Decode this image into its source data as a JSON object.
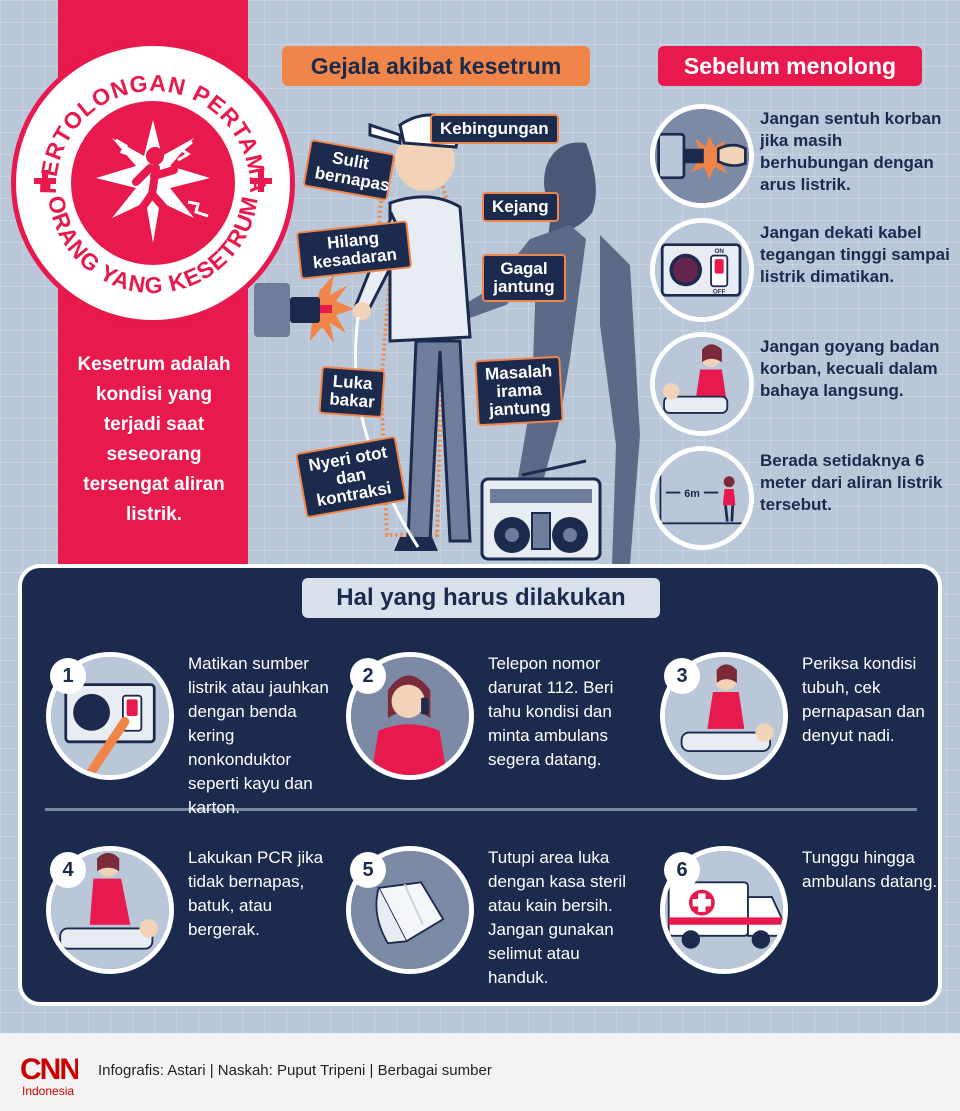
{
  "seal": {
    "top_text": "PERTOLONGAN PERTAMA",
    "bottom_text": "ORANG YANG KESETRUM"
  },
  "intro_text": "Kesetrum adalah kondisi yang terjadi saat seseorang tersengat aliran listrik.",
  "symptoms": {
    "header": "Gejala akibat kesetrum",
    "items": [
      "Kebingungan",
      "Sulit bernapas",
      "Kejang",
      "Hilang kesadaran",
      "Gagal jantung",
      "Luka bakar",
      "Masalah irama jantung",
      "Nyeri otot dan kontraksi"
    ]
  },
  "before": {
    "header": "Sebelum menolong",
    "items": [
      "Jangan sentuh korban jika masih berhubungan dengan arus listrik.",
      "Jangan dekati kabel tegangan tinggi sampai listrik dimatikan.",
      "Jangan goyang badan korban, kecuali dalam bahaya langsung.",
      "Berada setidaknya 6 meter dari aliran listrik tersebut."
    ],
    "distance_label": "6m"
  },
  "todo": {
    "header": "Hal yang harus dilakukan",
    "steps": [
      {
        "num": "1",
        "text": "Matikan sumber listrik atau jauhkan dengan benda kering nonkonduktor seperti kayu dan karton."
      },
      {
        "num": "2",
        "text": "Telepon nomor darurat 112. Beri tahu kondisi dan minta ambulans segera datang."
      },
      {
        "num": "3",
        "text": "Periksa kondisi tubuh, cek pernapasan dan denyut nadi."
      },
      {
        "num": "4",
        "text": "Lakukan PCR jika tidak bernapas, batuk, atau bergerak."
      },
      {
        "num": "5",
        "text": "Tutupi area luka dengan kasa steril atau kain bersih. Jangan gunakan selimut atau handuk."
      },
      {
        "num": "6",
        "text": "Tunggu hingga ambulans datang."
      }
    ]
  },
  "switch_labels": {
    "on": "ON",
    "off": "OFF"
  },
  "footer": {
    "logo_text": "CNN",
    "logo_sub": "Indonesia",
    "credit": "Infografis: Astari | Naskah: Puput Tripeni | Berbagai sumber"
  },
  "colors": {
    "red": "#e8194c",
    "navy": "#1c2a4e",
    "orange": "#f0854a",
    "background": "#b9c7d8"
  }
}
